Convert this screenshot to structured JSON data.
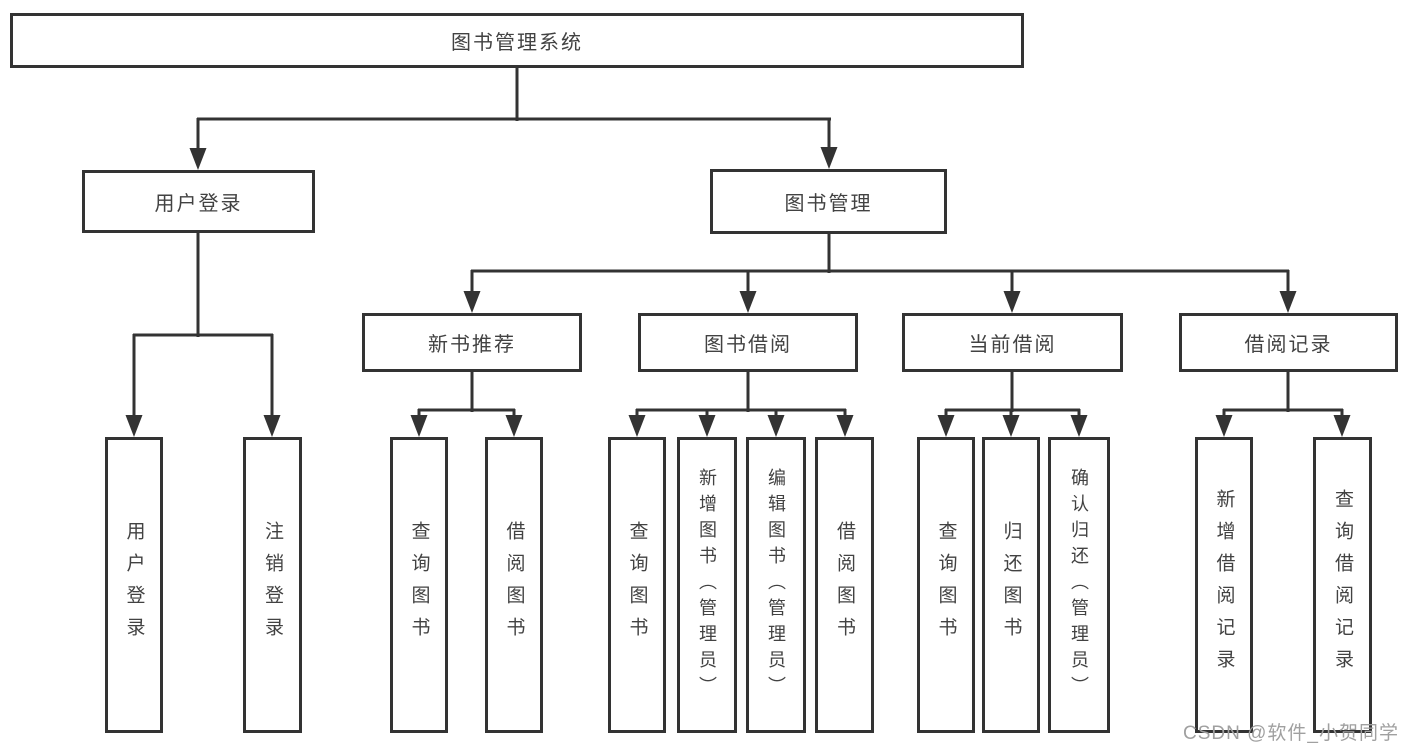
{
  "diagram": {
    "root": {
      "label": "图书管理系统"
    },
    "level2": [
      {
        "label": "用户登录"
      },
      {
        "label": "图书管理"
      }
    ],
    "level3": [
      {
        "label": "新书推荐"
      },
      {
        "label": "图书借阅"
      },
      {
        "label": "当前借阅"
      },
      {
        "label": "借阅记录"
      }
    ],
    "leaves": {
      "login": [
        "用户登录",
        "注销登录"
      ],
      "recommend": [
        "查询图书",
        "借阅图书"
      ],
      "borrow": [
        "查询图书",
        "新增图书（管理员）",
        "编辑图书（管理员）",
        "借阅图书"
      ],
      "current": [
        "查询图书",
        "归还图书",
        "确认归还（管理员）"
      ],
      "records": [
        "新增借阅记录",
        "查询借阅记录"
      ]
    }
  },
  "watermark": {
    "text": "CSDN @软件_小贺同学"
  },
  "colors": {
    "line": "#333333",
    "text": "#424242",
    "watermark": "#a0a0a0",
    "background": "#ffffff"
  }
}
